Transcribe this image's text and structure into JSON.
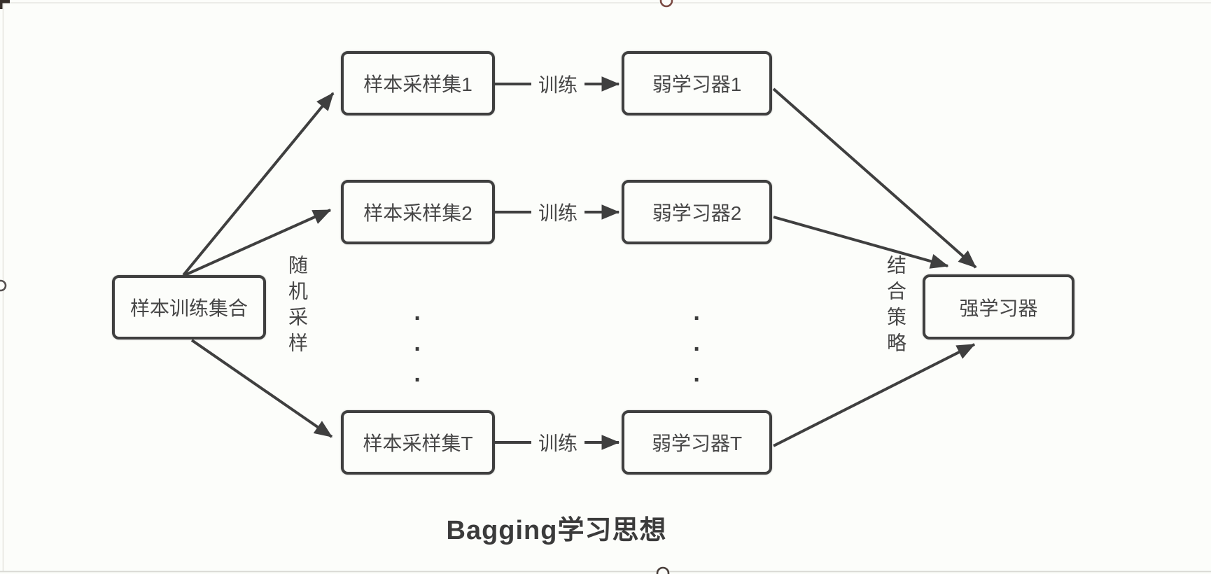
{
  "colors": {
    "background": "#fcfdfa",
    "stroke": "#3f3f3f",
    "text": "#474747",
    "frame_line": "#e6e6e1",
    "handle_top": "#7a4a42",
    "handle_dark": "#4a403c"
  },
  "title": {
    "text": "Bagging学习思想"
  },
  "nodes": {
    "source": {
      "label": "样本训练集合"
    },
    "samples": [
      {
        "label": "样本采样集1"
      },
      {
        "label": "样本采样集2"
      },
      {
        "label": "样本采样集T"
      }
    ],
    "weak_learners": [
      {
        "label": "弱学习器1"
      },
      {
        "label": "弱学习器2"
      },
      {
        "label": "弱学习器T"
      }
    ],
    "strong": {
      "label": "强学习器"
    }
  },
  "edge_labels": {
    "train": "训练",
    "random_sampling": "随机采样",
    "combination_strategy": "结合策略"
  },
  "ellipsis": "···"
}
